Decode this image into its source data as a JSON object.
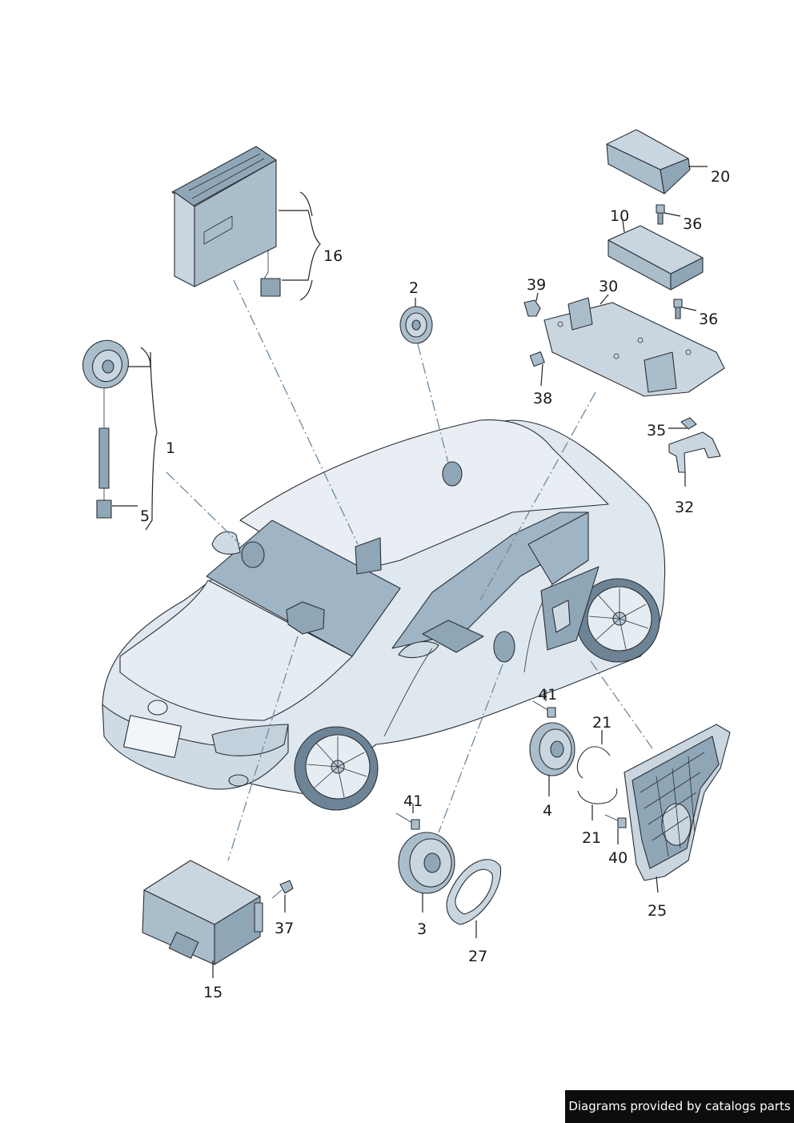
{
  "credit_text": "Diagrams provided by catalogs parts",
  "callouts": [
    "1",
    "2",
    "3",
    "4",
    "5",
    "10",
    "15",
    "16",
    "20",
    "21",
    "21",
    "25",
    "27",
    "30",
    "32",
    "35",
    "36",
    "36",
    "37",
    "38",
    "39",
    "40",
    "41",
    "41"
  ],
  "colors": {
    "part_fill": "#c9d6e0",
    "part_shadow": "#8fa6b7",
    "car_fill": "#dfe8ef",
    "glass": "#9fb4c4",
    "line": "#2a2f36",
    "background": "#ffffff"
  }
}
